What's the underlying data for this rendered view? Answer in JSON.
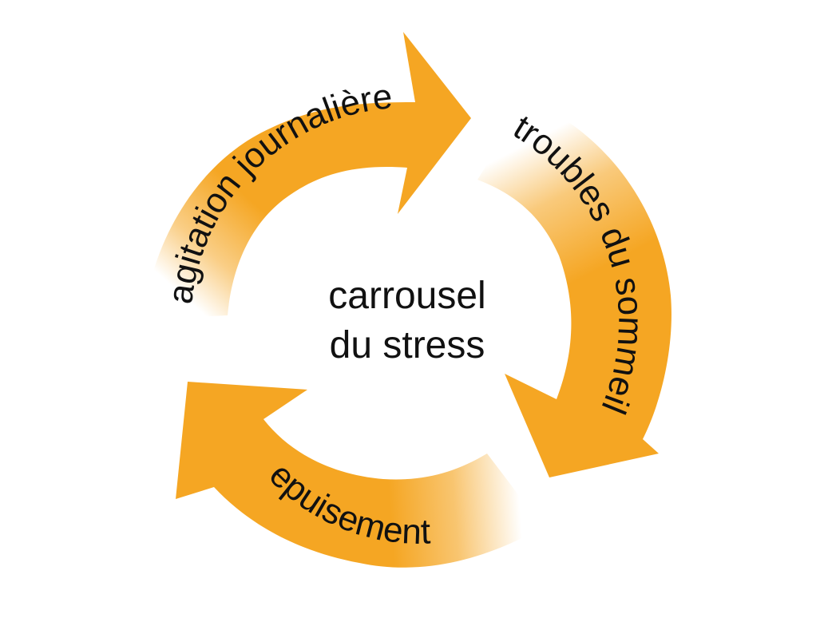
{
  "diagram": {
    "center_label_line1": "carrousel",
    "center_label_line2": "du stress",
    "arrows": [
      {
        "label": "agitation journalière"
      },
      {
        "label": "troubles du sommeil"
      },
      {
        "label": "epuisement"
      }
    ],
    "colors": {
      "arrow_fill": "#F5A623",
      "arrow_fade": "#FFFFFF",
      "text": "#111111"
    }
  }
}
